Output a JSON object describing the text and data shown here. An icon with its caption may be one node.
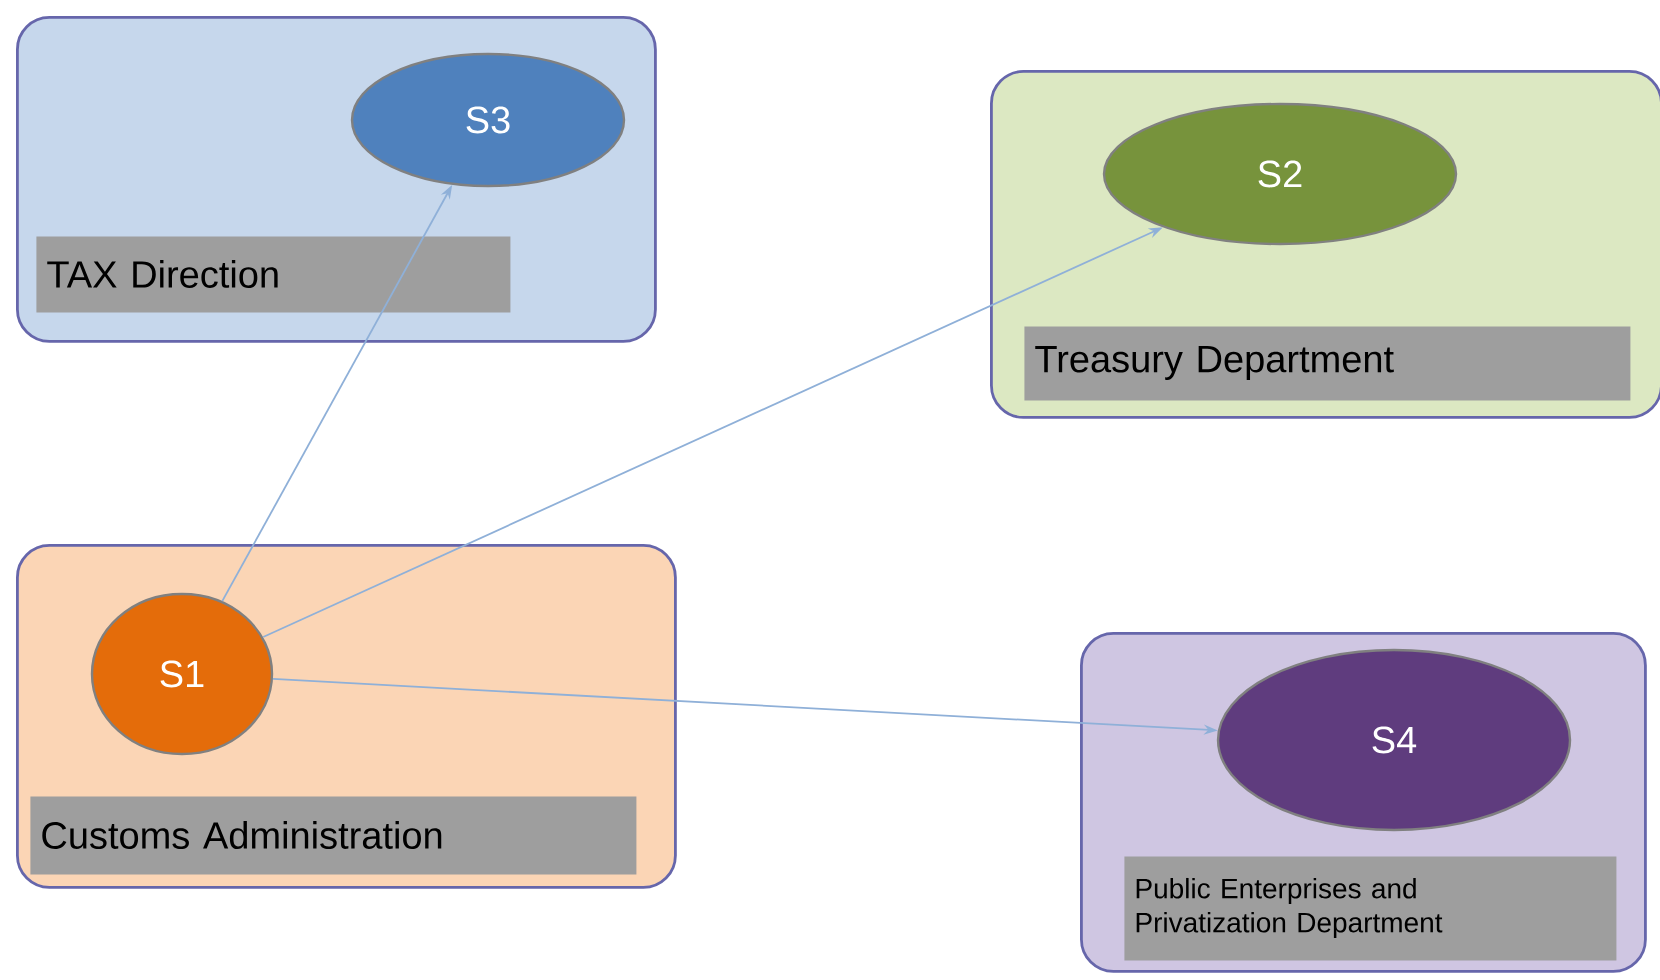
{
  "diagram": {
    "nodes": [
      {
        "text": [
          "TAX  Direction"
        ]
      },
      {
        "text": [
          "S3"
        ],
        "in": 0
      },
      {
        "text": [
          "Treasury Department"
        ]
      },
      {
        "text": [
          "S2"
        ],
        "in": 2
      },
      {
        "text": [
          "Customs Administration"
        ]
      },
      {
        "text": [
          "S1"
        ],
        "in": 4
      },
      {
        "text": [
          "Public Enterprises and Privatization Department"
        ]
      },
      {
        "text": [
          "S4"
        ],
        "in": 6
      }
    ],
    "edges": [
      {
        "from": 5,
        "to": 1,
        "arrow": "to"
      },
      {
        "from": 5,
        "to": 3,
        "arrow": "to"
      },
      {
        "from": 5,
        "to": 7,
        "arrow": "to"
      }
    ]
  }
}
